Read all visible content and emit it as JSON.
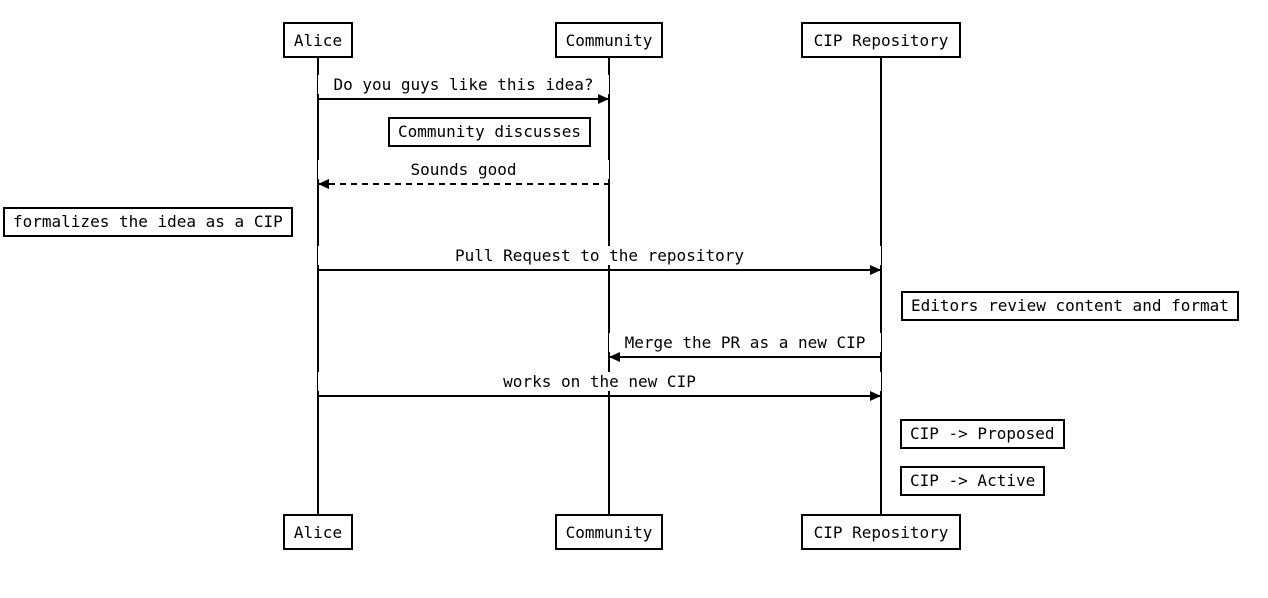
{
  "diagram": {
    "type": "sequence-diagram",
    "actors": [
      {
        "id": "alice",
        "label": "Alice"
      },
      {
        "id": "community",
        "label": "Community"
      },
      {
        "id": "cip-repository",
        "label": "CIP Repository"
      }
    ],
    "messages": [
      {
        "from": "Alice",
        "to": "Community",
        "label": "Do you guys like this idea?",
        "style": "solid"
      },
      {
        "from": "Community",
        "to": "Alice",
        "label": "Sounds good",
        "style": "dashed"
      },
      {
        "from": "Alice",
        "to": "CIP Repository",
        "label": "Pull Request to the repository",
        "style": "solid"
      },
      {
        "from": "CIP Repository",
        "to": "Community",
        "label": "Merge the PR as a new CIP",
        "style": "solid"
      },
      {
        "from": "Alice",
        "to": "CIP Repository",
        "label": "works on the new CIP",
        "style": "solid"
      }
    ],
    "notes": [
      {
        "near": "Community",
        "text": "Community discusses"
      },
      {
        "near": "Alice",
        "text": "formalizes the idea as a CIP"
      },
      {
        "near": "CIP Repository",
        "text": "Editors review content and format"
      },
      {
        "near": "CIP Repository",
        "text": "CIP -> Proposed"
      },
      {
        "near": "CIP Repository",
        "text": "CIP -> Active"
      }
    ],
    "colors": {
      "line": "#000000",
      "background": "#ffffff",
      "box_fill": "#ffffff"
    }
  }
}
